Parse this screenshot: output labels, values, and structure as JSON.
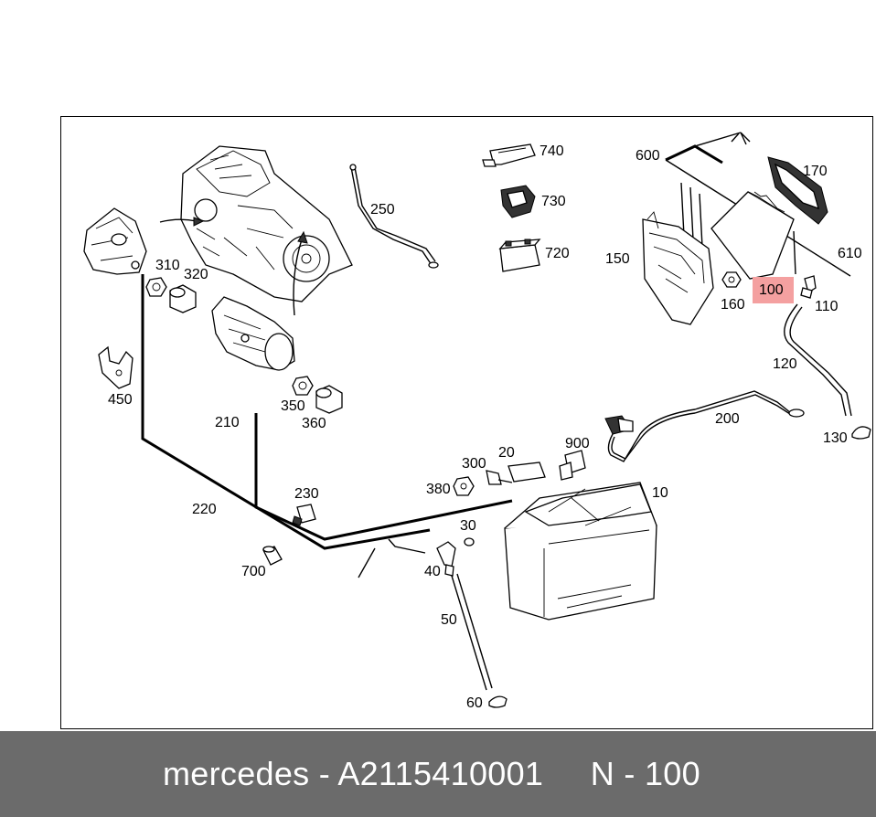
{
  "callouts": {
    "c740": "740",
    "c730": "730",
    "c720": "720",
    "c250": "250",
    "c600": "600",
    "c170": "170",
    "c610": "610",
    "c150": "150",
    "c160": "160",
    "c100": "100",
    "c110": "110",
    "c120": "120",
    "c130": "130",
    "c310": "310",
    "c320": "320",
    "c450": "450",
    "c350": "350",
    "c360": "360",
    "c210": "210",
    "c200": "200",
    "c900": "900",
    "c20": "20",
    "c300": "300",
    "c380": "380",
    "c10": "10",
    "c230": "230",
    "c220": "220",
    "c30": "30",
    "c700": "700",
    "c40": "40",
    "c50": "50",
    "c60": "60"
  },
  "highlight": {
    "label": "100",
    "color": "#f4a0a0"
  },
  "footer": {
    "brand": "mercedes",
    "sep1": " - ",
    "part_number": "A2115410001",
    "gap": "     ",
    "position_prefix": "N",
    "sep2": " - ",
    "position": "100"
  },
  "colors": {
    "footer_bg": "#6b6b6b",
    "footer_text": "#ffffff"
  }
}
